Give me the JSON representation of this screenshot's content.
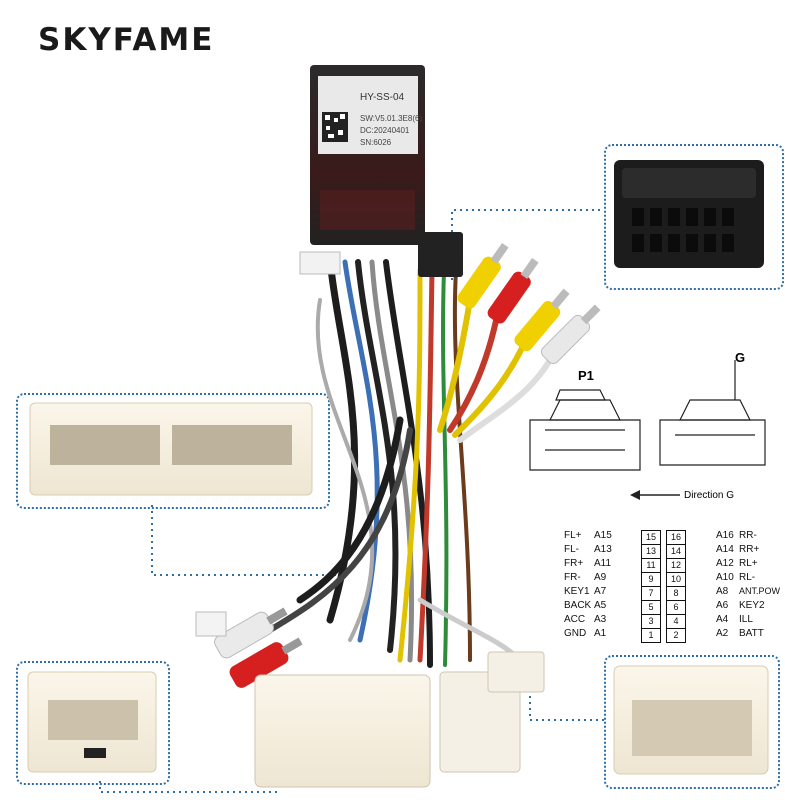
{
  "brand": "SKYFAME",
  "box_label": {
    "model": "HY-SS-04",
    "line2": "SW:V5.01.3E8(6)",
    "line3": "DC:20240401",
    "line4": "SN:6026"
  },
  "diagram": {
    "p1_title": "P1",
    "g_title": "G",
    "direction": "Direction G",
    "left_pins": [
      {
        "label": "FL+",
        "code": "A15",
        "num": "15"
      },
      {
        "label": "FL-",
        "code": "A13",
        "num": "13"
      },
      {
        "label": "FR+",
        "code": "A11",
        "num": "11"
      },
      {
        "label": "FR-",
        "code": "A9",
        "num": "9"
      },
      {
        "label": "KEY1",
        "code": "A7",
        "num": "7"
      },
      {
        "label": "BACK",
        "code": "A5",
        "num": "5"
      },
      {
        "label": "ACC",
        "code": "A3",
        "num": "3"
      },
      {
        "label": "GND",
        "code": "A1",
        "num": "1"
      }
    ],
    "right_pins": [
      {
        "label": "RR-",
        "code": "A16",
        "num": "16"
      },
      {
        "label": "RR+",
        "code": "A14",
        "num": "14"
      },
      {
        "label": "RL+",
        "code": "A12",
        "num": "12"
      },
      {
        "label": "RL-",
        "code": "A10",
        "num": "10"
      },
      {
        "label": "ANT.POW",
        "code": "A8",
        "num": "8"
      },
      {
        "label": "KEY2",
        "code": "A6",
        "num": "6"
      },
      {
        "label": "ILL",
        "code": "A4",
        "num": "4"
      },
      {
        "label": "BATT",
        "code": "A2",
        "num": "2"
      }
    ]
  }
}
